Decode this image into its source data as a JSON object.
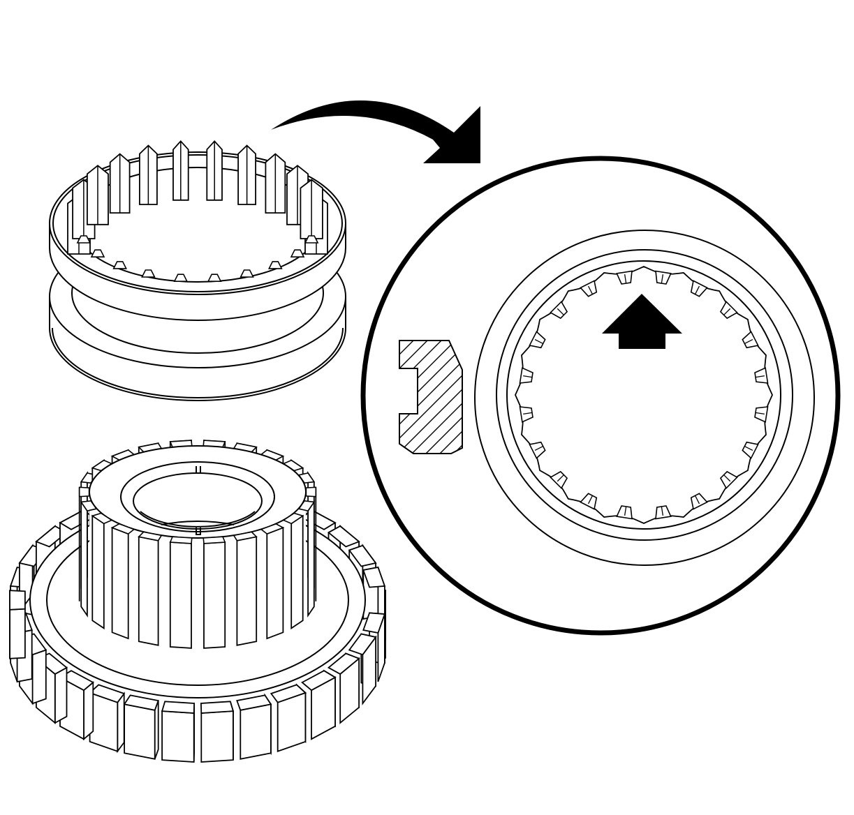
{
  "diagram": {
    "line_color": "#000000",
    "background": "#ffffff",
    "hatch_angle_deg": 45,
    "sleeve": {
      "internal_spline_count": 22
    },
    "gear": {
      "outer_tooth_count": 30,
      "hub_spline_count": 22
    },
    "detail_view": {
      "internal_tooth_count": 20,
      "arrow_direction": "up"
    },
    "callout_arrow": {
      "direction": "clockwise"
    }
  }
}
